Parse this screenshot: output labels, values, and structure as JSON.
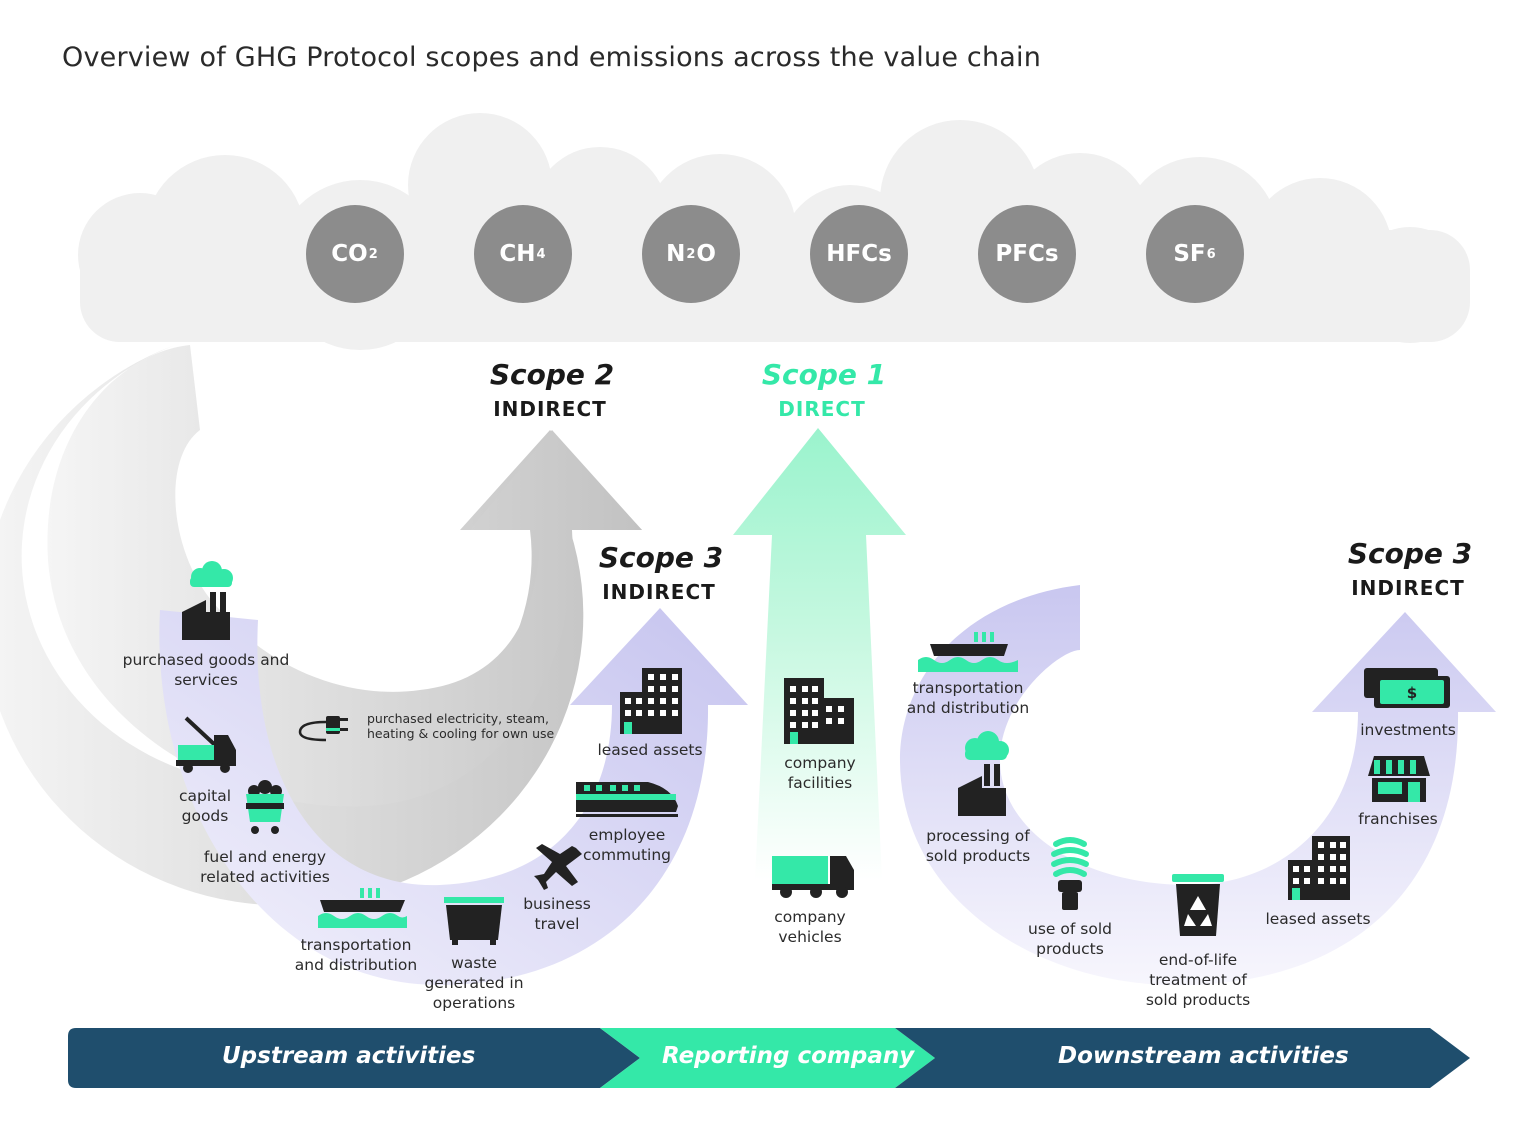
{
  "title": "Overview of GHG Protocol scopes and emissions across the value chain",
  "gases": [
    {
      "base": "CO",
      "sub": "2",
      "post": ""
    },
    {
      "base": "CH",
      "sub": "4",
      "post": ""
    },
    {
      "base": "N",
      "sub": "2",
      "post": "O"
    },
    {
      "base": "HFCs",
      "sub": "",
      "post": ""
    },
    {
      "base": "PFCs",
      "sub": "",
      "post": ""
    },
    {
      "base": "SF",
      "sub": "6",
      "post": ""
    }
  ],
  "scope2": {
    "title": "Scope 2",
    "subtitle": "INDIRECT"
  },
  "scope1": {
    "title": "Scope 1",
    "subtitle": "DIRECT"
  },
  "scope3_upstream": {
    "title": "Scope 3",
    "subtitle": "INDIRECT"
  },
  "scope3_downstream": {
    "title": "Scope 3",
    "subtitle": "INDIRECT"
  },
  "upstream": {
    "purchased_goods": "purchased goods and services",
    "capital_goods": "capital goods",
    "fuel_energy": "fuel and energy related activities",
    "transportation": "transportation and distribution",
    "waste": "waste generated in operations",
    "business_travel": "business travel",
    "employee_commuting": "employee commuting",
    "leased_assets": "leased assets"
  },
  "scope2_item": {
    "line1": "purchased electricity, steam,",
    "line2": "heating & cooling for own use"
  },
  "company": {
    "facilities": "company facilities",
    "vehicles": "company vehicles"
  },
  "downstream": {
    "transportation": "transportation and distribution",
    "processing": "processing of sold products",
    "use": "use of sold products",
    "end_of_life": "end-of-life treatment of sold products",
    "leased_assets": "leased assets",
    "franchises": "franchises",
    "investments": "investments"
  },
  "bar": {
    "upstream": "Upstream activities",
    "reporting": "Reporting company",
    "downstream": "Downstream activities"
  },
  "colors": {
    "green": "#34e8a8",
    "navy": "#1f4e6d",
    "gas_grey": "#8c8c8c",
    "cloud": "#f0f0f0",
    "lavender": "#c8c6ee",
    "dark": "#222222"
  }
}
